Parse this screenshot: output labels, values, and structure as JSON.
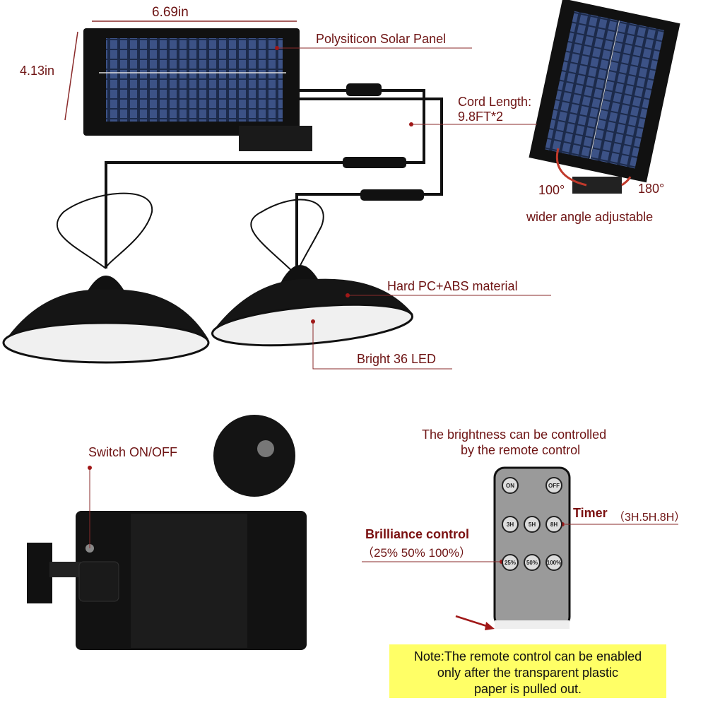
{
  "dimensions": {
    "width_label": "6.69in",
    "height_label": "4.13in"
  },
  "callouts": {
    "solar_panel": "Polysiticon Solar Panel",
    "cord_length_line1": "Cord Length:",
    "cord_length_line2": "9.8FT*2",
    "angle_left": "100°",
    "angle_right": "180°",
    "angle_caption": "wider angle adjustable",
    "material": "Hard PC+ABS material",
    "led": "Bright 36 LED",
    "switch": "Switch ON/OFF",
    "remote_line1": "The brightness can be controlled",
    "remote_line2": "by the remote control",
    "timer_label": "Timer",
    "timer_values": "（3H.5H.8H）",
    "brilliance_label": "Brilliance control",
    "brilliance_values": "（25%  50% 100%）"
  },
  "remote_buttons": {
    "on": "ON",
    "off": "OFF",
    "h3": "3H",
    "h5": "5H",
    "h8": "8H",
    "p25": "25%",
    "p50": "50%",
    "p100": "100%"
  },
  "note": {
    "line1": "Note:The remote control can be enabled",
    "line2": "only after the transparent plastic",
    "line3": "paper is pulled out."
  },
  "colors": {
    "label": "#6e1414",
    "note_bg": "#ffff66",
    "panel": "#2b3a5c"
  }
}
